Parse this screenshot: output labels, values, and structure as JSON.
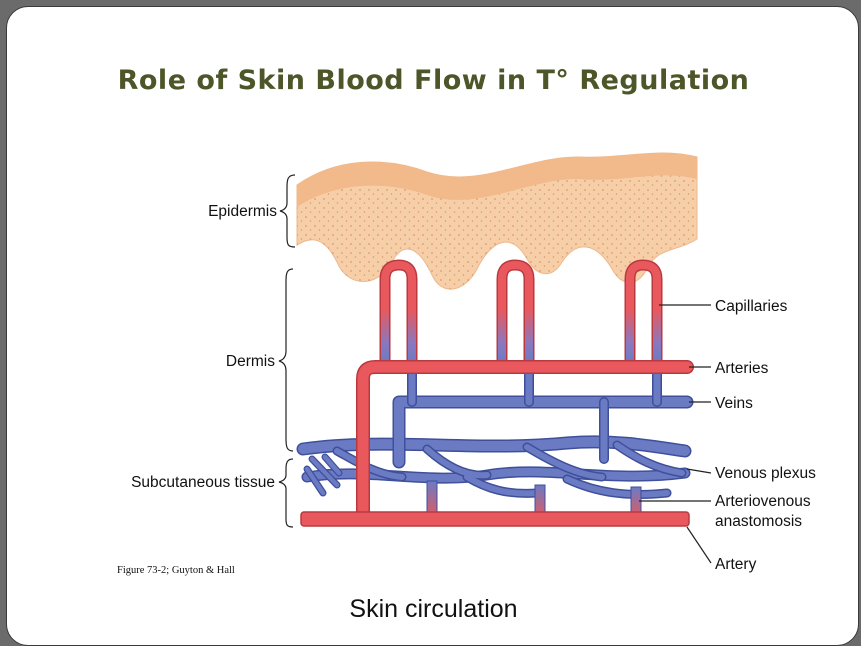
{
  "slide": {
    "title": "Role of Skin Blood Flow in T° Regulation",
    "caption": "Skin circulation"
  },
  "figure": {
    "credit": "Figure 73-2; Guyton & Hall",
    "left_labels": {
      "epidermis": "Epidermis",
      "dermis": "Dermis",
      "subcutaneous": "Subcutaneous tissue"
    },
    "right_labels": {
      "capillaries": "Capillaries",
      "arteries": "Arteries",
      "veins": "Veins",
      "venous_plexus": "Venous plexus",
      "av_anastomosis_line1": "Arteriovenous",
      "av_anastomosis_line2": "anastomosis",
      "artery": "Artery"
    }
  },
  "colors": {
    "title": "#4c5628",
    "artery_red": "#e8585d",
    "artery_outline": "#b83a3f",
    "vein_blue": "#6a7bc4",
    "vein_outline": "#3f4f9a",
    "epidermis_fill": "#f6cfa8",
    "epidermis_dark": "#eeb88c"
  }
}
